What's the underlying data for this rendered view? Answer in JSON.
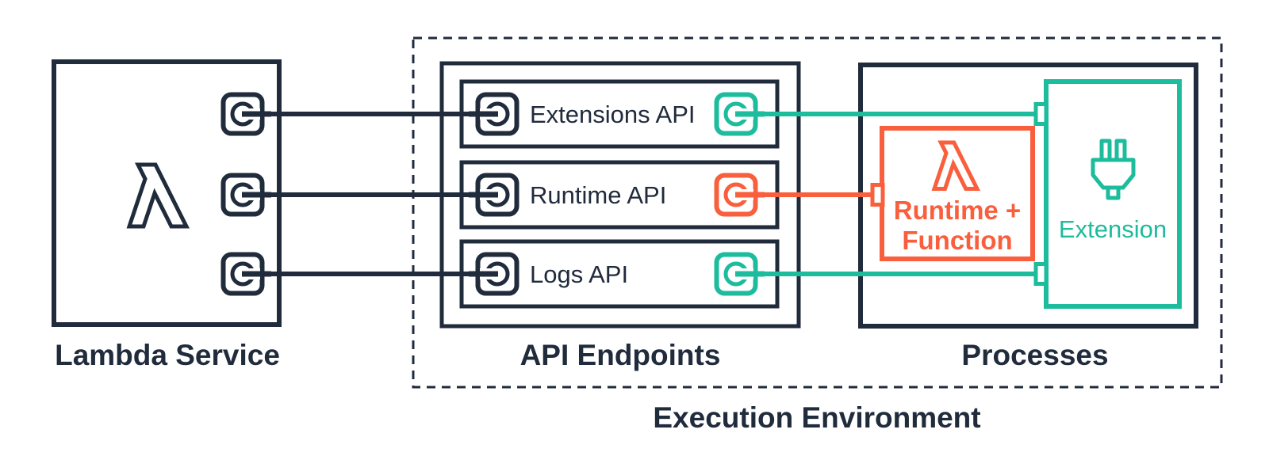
{
  "colors": {
    "navy": "#202B3C",
    "green": "#1CBC9C",
    "orange": "#F95F3D",
    "background": "#FFFFFF"
  },
  "lambda_service": {
    "label": "Lambda Service",
    "icon": "lambda-icon",
    "port_icon": "socket-port-icon",
    "port_count": 3
  },
  "execution_environment": {
    "label": "Execution Environment"
  },
  "api_endpoints": {
    "label": "API Endpoints",
    "rows": [
      {
        "label": "Extensions API",
        "left_port_icon": "socket-port-icon",
        "right_port_icon": "socket-port-icon",
        "right_port_color": "green"
      },
      {
        "label": "Runtime API",
        "left_port_icon": "socket-port-icon",
        "right_port_icon": "socket-port-icon",
        "right_port_color": "orange"
      },
      {
        "label": "Logs API",
        "left_port_icon": "socket-port-icon",
        "right_port_icon": "socket-port-icon",
        "right_port_color": "green"
      }
    ]
  },
  "processes": {
    "label": "Processes",
    "runtime_function": {
      "label_line1": "Runtime +",
      "label_line2": "Function",
      "icon": "lambda-icon"
    },
    "extension": {
      "label": "Extension",
      "icon": "plug-icon"
    }
  },
  "connections": [
    {
      "from": "Lambda Service",
      "to": "Extensions API",
      "color": "navy"
    },
    {
      "from": "Lambda Service",
      "to": "Runtime API",
      "color": "navy"
    },
    {
      "from": "Lambda Service",
      "to": "Logs API",
      "color": "navy"
    },
    {
      "from": "Extensions API",
      "to": "Extension",
      "color": "green"
    },
    {
      "from": "Runtime API",
      "to": "Runtime + Function",
      "color": "orange"
    },
    {
      "from": "Logs API",
      "to": "Extension",
      "color": "green"
    }
  ]
}
